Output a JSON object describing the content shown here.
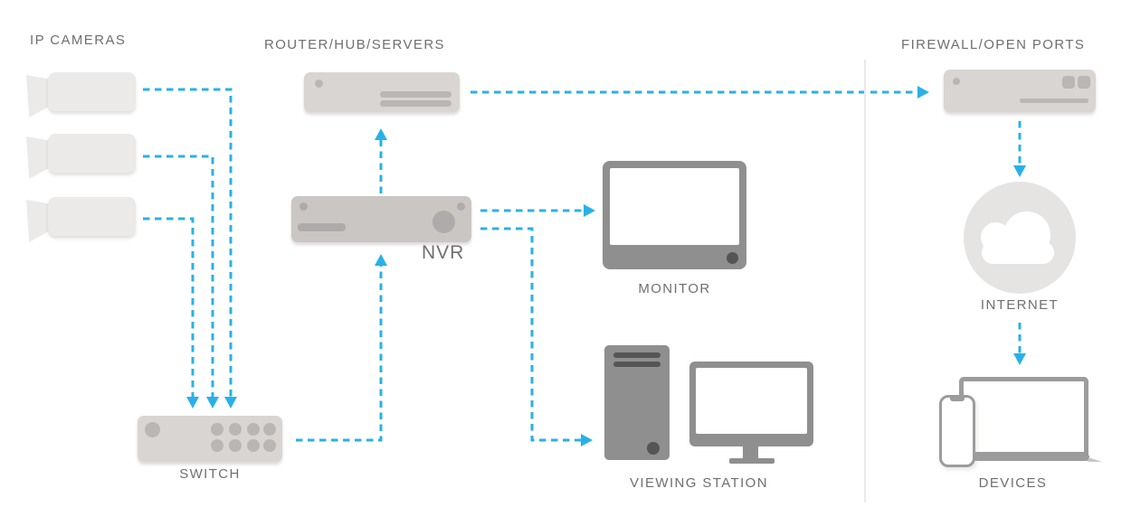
{
  "diagram": {
    "title_context": "IP camera surveillance network diagram",
    "labels": {
      "ip_cameras": "IP CAMERAS",
      "router": "ROUTER/HUB/SERVERS",
      "firewall": "FIREWALL/OPEN PORTS",
      "nvr": "NVR",
      "monitor": "MONITOR",
      "switch": "SWITCH",
      "viewing_station": "VIEWING STATION",
      "internet": "INTERNET",
      "devices": "DEVICES"
    },
    "colors": {
      "accent": "#29b1e7",
      "label_text": "#6f6f6f",
      "camera_fill": "#eceae8",
      "device_light": "#d8d5d3",
      "device_mid": "#c9c6c4",
      "device_dark": "#8f8f8f",
      "detail": "#b9b6b4",
      "detail_dark": "#aeabaa",
      "slot_dark": "#555555",
      "outline": "#9c9c9c",
      "cloud_bg": "#e6e4e2",
      "divider": "#eaeaea"
    },
    "connections": [
      "camera-1 -> switch",
      "camera-2 -> switch",
      "camera-3 -> switch",
      "switch -> nvr",
      "nvr -> router",
      "nvr -> monitor",
      "nvr -> viewing-station",
      "router -> firewall",
      "firewall -> internet",
      "internet -> devices"
    ]
  }
}
